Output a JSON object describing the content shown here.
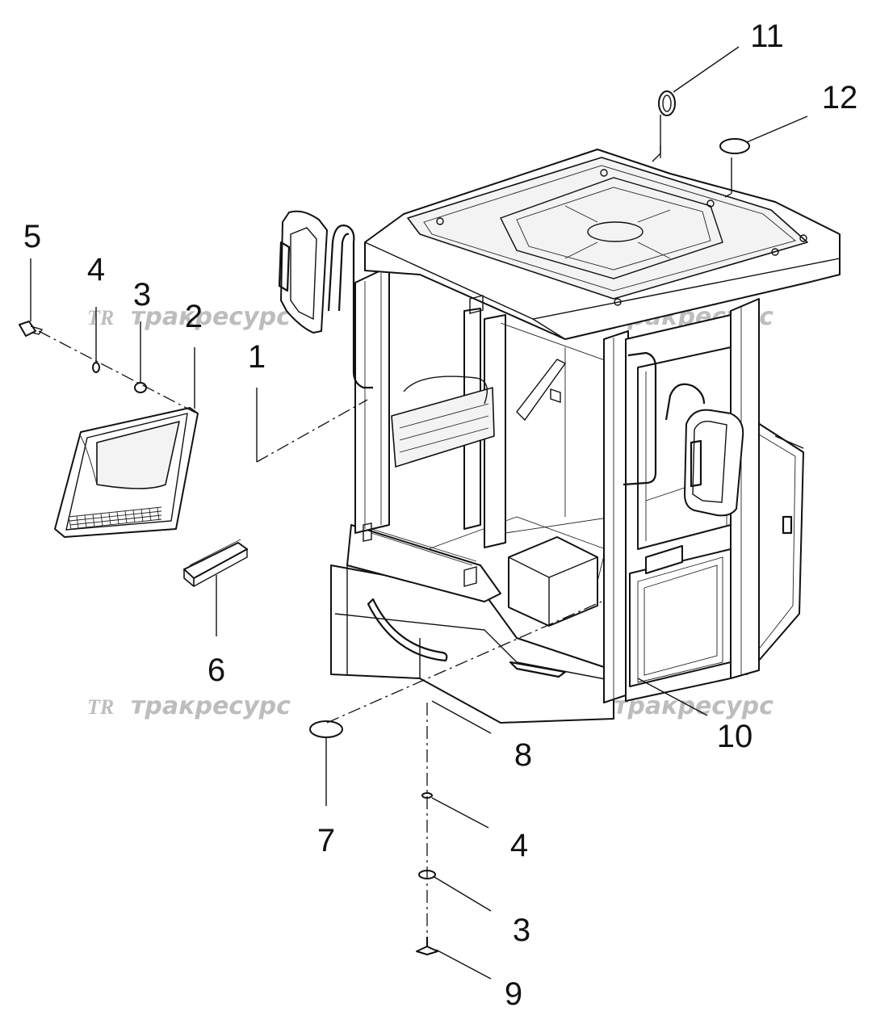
{
  "diagram": {
    "callouts": {
      "c1": "1",
      "c2": "2",
      "c3a": "3",
      "c3b": "3",
      "c4a": "4",
      "c4b": "4",
      "c5": "5",
      "c6": "6",
      "c7": "7",
      "c8": "8",
      "c9": "9",
      "c10": "10",
      "c11": "11",
      "c12": "12"
    },
    "watermark": {
      "logo": "TR",
      "text": "тракресурс",
      "color": "#bdbdbd"
    }
  }
}
